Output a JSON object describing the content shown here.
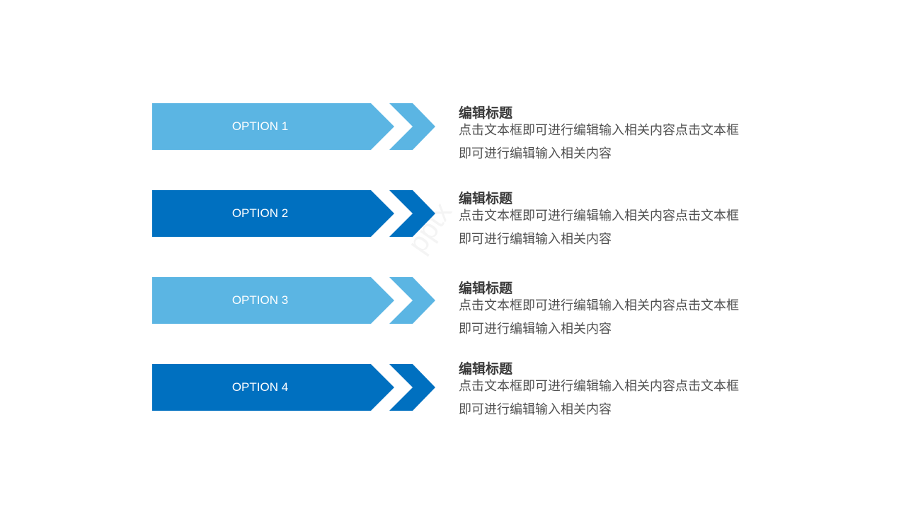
{
  "colors": {
    "light_blue": "#5BB5E3",
    "dark_blue": "#0070C0",
    "text": "#404040"
  },
  "rows": [
    {
      "option_label": "OPTION 1",
      "color": "light_blue",
      "title": "编辑标题",
      "body": "点击文本框即可进行编辑输入相关内容点击文本框即可进行编辑输入相关内容"
    },
    {
      "option_label": "OPTION 2",
      "color": "dark_blue",
      "title": "编辑标题",
      "body": "点击文本框即可进行编辑输入相关内容点击文本框即可进行编辑输入相关内容"
    },
    {
      "option_label": "OPTION 3",
      "color": "light_blue",
      "title": "编辑标题",
      "body": "点击文本框即可进行编辑输入相关内容点击文本框即可进行编辑输入相关内容"
    },
    {
      "option_label": "OPTION 4",
      "color": "dark_blue",
      "title": "编辑标题",
      "body": "点击文本框即可进行编辑输入相关内容点击文本框即可进行编辑输入相关内容"
    }
  ],
  "watermark": "pptx"
}
